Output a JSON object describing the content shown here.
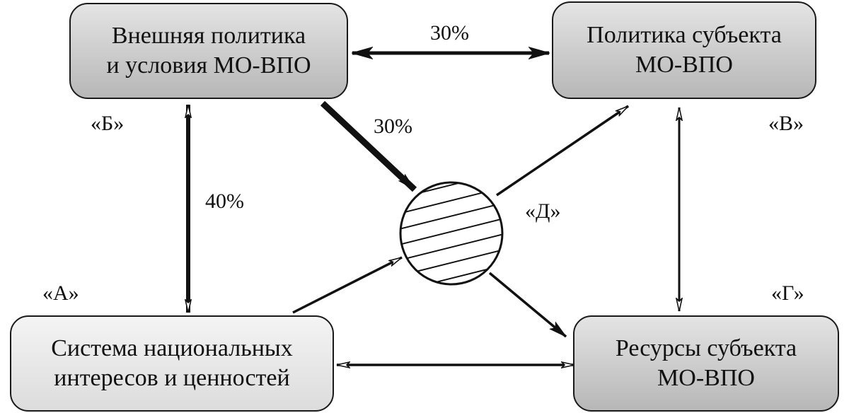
{
  "boxes": {
    "external_policy": {
      "line1": "Внешняя политика",
      "line2": "и условия МО-ВПО"
    },
    "subject_policy": {
      "line1": "Политика субъекта",
      "line2": "МО-ВПО"
    },
    "national_interests": {
      "line1": "Система национальных",
      "line2": "интересов и ценностей"
    },
    "subject_resources": {
      "line1": "Ресурсы субъекта",
      "line2": "МО-ВПО"
    }
  },
  "corner_labels": {
    "a": "«А»",
    "b": "«Б»",
    "v": "«В»",
    "g": "«Г»",
    "d": "«Д»"
  },
  "edge_labels": {
    "top_arrow": "30%",
    "diagonal_arrow": "30%",
    "vertical_arrow": "40%"
  }
}
